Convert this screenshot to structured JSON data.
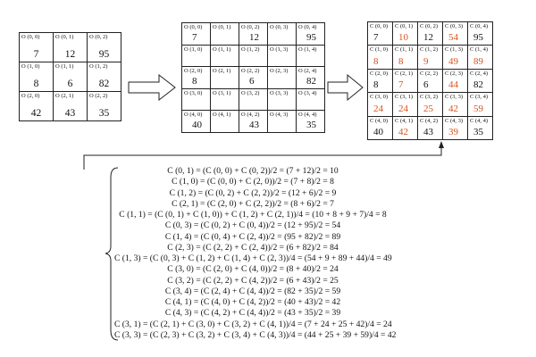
{
  "grid_input": {
    "rows": [
      [
        {
          "label": "O (0, 0)",
          "value": "7"
        },
        {
          "label": "O (0, 1)",
          "value": "12"
        },
        {
          "label": "O (0, 2)",
          "value": "95"
        }
      ],
      [
        {
          "label": "O (1, 0)",
          "value": "8"
        },
        {
          "label": "O (1, 1)",
          "value": "6"
        },
        {
          "label": "O (1, 2)",
          "value": "82"
        }
      ],
      [
        {
          "label": "O (2, 0)",
          "value": "42"
        },
        {
          "label": "O (2, 1)",
          "value": "43"
        },
        {
          "label": "O (2, 2)",
          "value": "35"
        }
      ]
    ]
  },
  "grid_expanded": {
    "rows": [
      [
        {
          "label": "O (0, 0)",
          "value": "7"
        },
        {
          "label": "O (0, 1)",
          "value": ""
        },
        {
          "label": "O (0, 2)",
          "value": "12"
        },
        {
          "label": "O (0, 3)",
          "value": ""
        },
        {
          "label": "O (0, 4)",
          "value": "95"
        }
      ],
      [
        {
          "label": "O (1, 0)",
          "value": ""
        },
        {
          "label": "O (1, 1)",
          "value": ""
        },
        {
          "label": "O (1, 2)",
          "value": ""
        },
        {
          "label": "O (1, 3)",
          "value": ""
        },
        {
          "label": "O (1, 4)",
          "value": ""
        }
      ],
      [
        {
          "label": "O (2, 0)",
          "value": "8"
        },
        {
          "label": "O (2, 1)",
          "value": ""
        },
        {
          "label": "O (2, 2)",
          "value": "6"
        },
        {
          "label": "O (2, 3)",
          "value": ""
        },
        {
          "label": "O (2, 4)",
          "value": "82"
        }
      ],
      [
        {
          "label": "O (3, 0)",
          "value": ""
        },
        {
          "label": "O (3, 1)",
          "value": ""
        },
        {
          "label": "O (3, 2)",
          "value": ""
        },
        {
          "label": "O (3, 3)",
          "value": ""
        },
        {
          "label": "O (3, 4)",
          "value": ""
        }
      ],
      [
        {
          "label": "O (4, 0)",
          "value": "40"
        },
        {
          "label": "O (4, 1)",
          "value": ""
        },
        {
          "label": "O (4, 2)",
          "value": "43"
        },
        {
          "label": "O (4, 3)",
          "value": ""
        },
        {
          "label": "O (4, 4)",
          "value": "35"
        }
      ]
    ]
  },
  "grid_result": {
    "rows": [
      [
        {
          "label": "C (0, 0)",
          "value": "7",
          "interp": false
        },
        {
          "label": "C (0, 1)",
          "value": "10",
          "interp": true
        },
        {
          "label": "C (0, 2)",
          "value": "12",
          "interp": false
        },
        {
          "label": "C (0, 3)",
          "value": "54",
          "interp": true
        },
        {
          "label": "C (0, 4)",
          "value": "95",
          "interp": false
        }
      ],
      [
        {
          "label": "C (1, 0)",
          "value": "8",
          "interp": true
        },
        {
          "label": "C (1, 1)",
          "value": "8",
          "interp": true
        },
        {
          "label": "C (1, 2)",
          "value": "9",
          "interp": true
        },
        {
          "label": "C (1, 3)",
          "value": "49",
          "interp": true
        },
        {
          "label": "C (1, 4)",
          "value": "89",
          "interp": true
        }
      ],
      [
        {
          "label": "C (2, 0)",
          "value": "8",
          "interp": false
        },
        {
          "label": "C (2, 1)",
          "value": "7",
          "interp": true
        },
        {
          "label": "C (2, 2)",
          "value": "6",
          "interp": false
        },
        {
          "label": "C (2, 3)",
          "value": "44",
          "interp": true
        },
        {
          "label": "C (2, 4)",
          "value": "82",
          "interp": false
        }
      ],
      [
        {
          "label": "C (3, 0)",
          "value": "24",
          "interp": true
        },
        {
          "label": "C (3, 1)",
          "value": "24",
          "interp": true
        },
        {
          "label": "C (3, 2)",
          "value": "25",
          "interp": true
        },
        {
          "label": "C (3, 3)",
          "value": "42",
          "interp": true
        },
        {
          "label": "C (3, 4)",
          "value": "59",
          "interp": true
        }
      ],
      [
        {
          "label": "C (4, 0)",
          "value": "40",
          "interp": false
        },
        {
          "label": "C (4, 1)",
          "value": "42",
          "interp": true
        },
        {
          "label": "C (4, 2)",
          "value": "43",
          "interp": false
        },
        {
          "label": "C (4, 3)",
          "value": "39",
          "interp": true
        },
        {
          "label": "C (4, 4)",
          "value": "35",
          "interp": false
        }
      ]
    ]
  },
  "colors": {
    "original": "#111111",
    "interpolated": "#d8541d"
  },
  "equations": [
    "C (0, 1) = (C (0, 0) + C (0, 2))/2 = (7 + 12)/2 = 10",
    "C (1, 0) = (C (0, 0) + C (2, 0))/2 = (7 + 8)/2 = 8",
    "C (1, 2) = (C (0, 2) + C (2, 2))/2 = (12 + 6)/2 = 9",
    "C (2, 1) = (C (2, 0) + C (2, 2))/2 = (8 + 6)/2 = 7",
    "C (1, 1) = (C (0, 1) + C (1, 0)) + C (1, 2) + C (2, 1))/4 = (10 + 8 + 9 + 7)/4 = 8",
    "C (0, 3) = (C (0, 2) + C (0, 4))/2 = (12 + 95)/2 = 54",
    "C (1, 4) = (C (0, 4) + C (2, 4))/2 = (95 + 82)/2 = 89",
    "C (2, 3) = (C (2, 2) + C (2, 4))/2 = (6 + 82)/2 = 84",
    "C (1, 3) = (C (0, 3) + C (1, 2) + C (1, 4) + C (2, 3))/4 = (54 + 9 + 89 + 44)/4 = 49",
    "C (3, 0) = (C (2, 0) + C (4, 0))/2 = (8 + 40)/2 = 24",
    "C (3, 2) = (C (2, 2) + C (4, 2))/2 = (6 + 43)/2 = 25",
    "C (3, 4) = (C (2, 4) + C (4, 4))/2 = (82 + 35)/2 = 59",
    "C (4, 1) = (C (4, 0) + C (4, 2))/2 = (40 + 43)/2 = 42",
    "C (4, 3) = (C (4, 2) + C (4, 4))/2 = (43 + 35)/2 = 39",
    "C (3, 1) = (C (2, 1) + C (3, 0) + C (3, 2) + C (4, 1))/4 = (7 + 24 + 25 + 42)/4 = 24",
    "C (3, 3) = (C (2, 3) + C (3, 2) + C (3, 4) + C (4, 3))/4 = (44 + 25 + 39 + 59)/4 = 42"
  ]
}
